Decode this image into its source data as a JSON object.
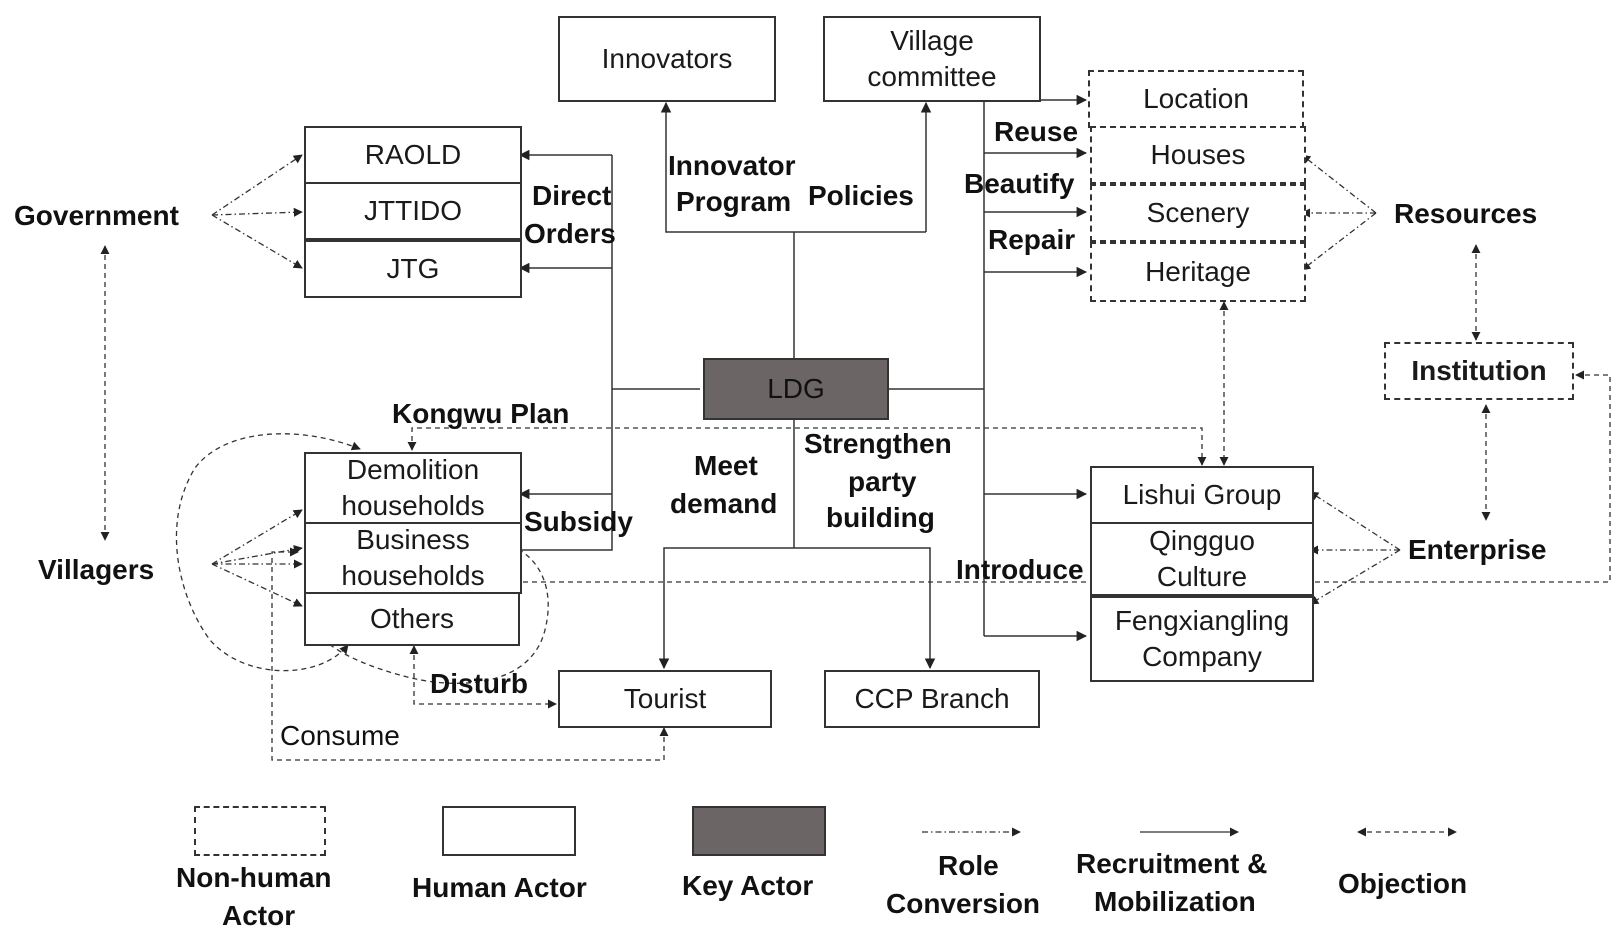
{
  "nodes": {
    "innovators": "Innovators",
    "village_committee": "Village committee",
    "location": "Location",
    "houses": "Houses",
    "scenery": "Scenery",
    "heritage": "Heritage",
    "raold": "RAOLD",
    "jttido": "JTTIDO",
    "jtg": "JTG",
    "ldg": "LDG",
    "institution": "Institution",
    "demolition": "Demolition households",
    "business": "Business households",
    "others": "Others",
    "lishui": "Lishui Group",
    "qingguo": "Qingguo Culture",
    "fengxiangling": "Fengxiangling Company",
    "tourist": "Tourist",
    "ccp": "CCP Branch"
  },
  "groups": {
    "government": "Government",
    "villagers": "Villagers",
    "resources": "Resources",
    "enterprise": "Enterprise"
  },
  "edge_labels": {
    "innovator_program_1": "Innovator",
    "innovator_program_2": "Program",
    "policies": "Policies",
    "direct_orders_1": "Direct",
    "direct_orders_2": "Orders",
    "reuse": "Reuse",
    "beautify": "Beautify",
    "repair": "Repair",
    "kongwu_plan": "Kongwu Plan",
    "meet_demand_1": "Meet",
    "meet_demand_2": "demand",
    "strengthen_1": "Strengthen",
    "strengthen_2": "party",
    "strengthen_3": "building",
    "subsidy": "Subsidy",
    "introduce": "Introduce",
    "disturb": "Disturb",
    "consume": "Consume"
  },
  "legend": {
    "nonhuman_1": "Non-human",
    "nonhuman_2": "Actor",
    "human": "Human Actor",
    "key": "Key Actor",
    "role_1": "Role",
    "role_2": "Conversion",
    "recruit_1": "Recruitment &",
    "recruit_2": "Mobilization",
    "objection": "Objection"
  },
  "colors": {
    "key_actor_fill": "#6b6566",
    "line": "#333333",
    "background": "#ffffff"
  }
}
